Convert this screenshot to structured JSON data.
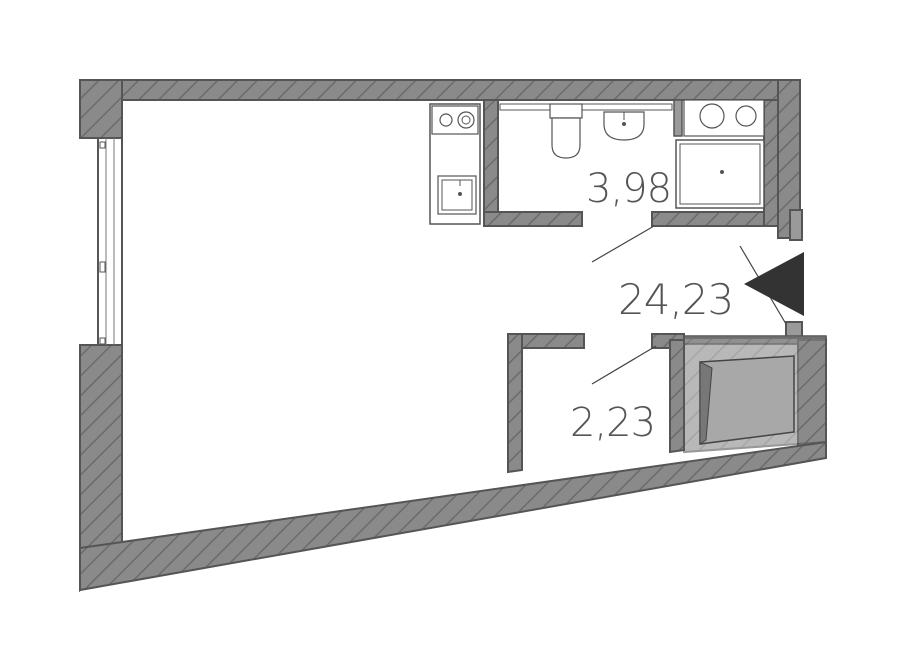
{
  "colors": {
    "wall_fill": "#8a8a8a",
    "wall_hatch": "#6b6b6b",
    "wall_edge": "#555555",
    "line": "#444444",
    "text": "#555555",
    "arrow": "#333333",
    "fixture_fill": "#f2f2f2",
    "opening_fill": "#a8a8a8"
  },
  "rooms": {
    "bathroom": {
      "area": "3,98"
    },
    "main_room": {
      "area": "24,23"
    },
    "storage": {
      "area": "2,23"
    }
  },
  "icons": {
    "entrance": "entrance-arrow-icon",
    "window": "window-icon",
    "stove": "stove-icon",
    "sink": "kitchen-sink-icon",
    "toilet": "toilet-icon",
    "washbasin": "washbasin-icon",
    "shower": "shower-tray-icon"
  }
}
